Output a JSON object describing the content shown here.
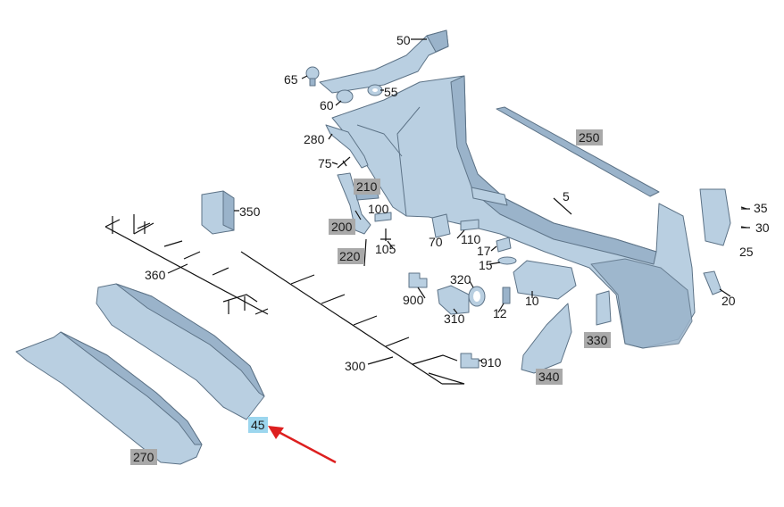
{
  "diagram": {
    "part_fill": "#b9cfe1",
    "part_shade": "#9ab3ca",
    "part_stroke": "#5d7387",
    "tag_grey": "#a9a9a9",
    "tag_blue": "#9cd6ee",
    "arrow_color": "#dd1f1f",
    "labels": {
      "p5": "5",
      "p10": "10",
      "p12": "12",
      "p15": "15",
      "p17": "17",
      "p20": "20",
      "p25": "25",
      "p30": "30",
      "p35": "35",
      "p45": "45",
      "p50": "50",
      "p55": "55",
      "p60": "60",
      "p65": "65",
      "p70": "70",
      "p75": "75",
      "p100": "100",
      "p105": "105",
      "p110": "110",
      "p200": "200",
      "p210": "210",
      "p220": "220",
      "p250": "250",
      "p270": "270",
      "p280": "280",
      "p300": "300",
      "p310": "310",
      "p320": "320",
      "p330": "330",
      "p340": "340",
      "p350": "350",
      "p360": "360",
      "p900": "900",
      "p910": "910"
    }
  }
}
